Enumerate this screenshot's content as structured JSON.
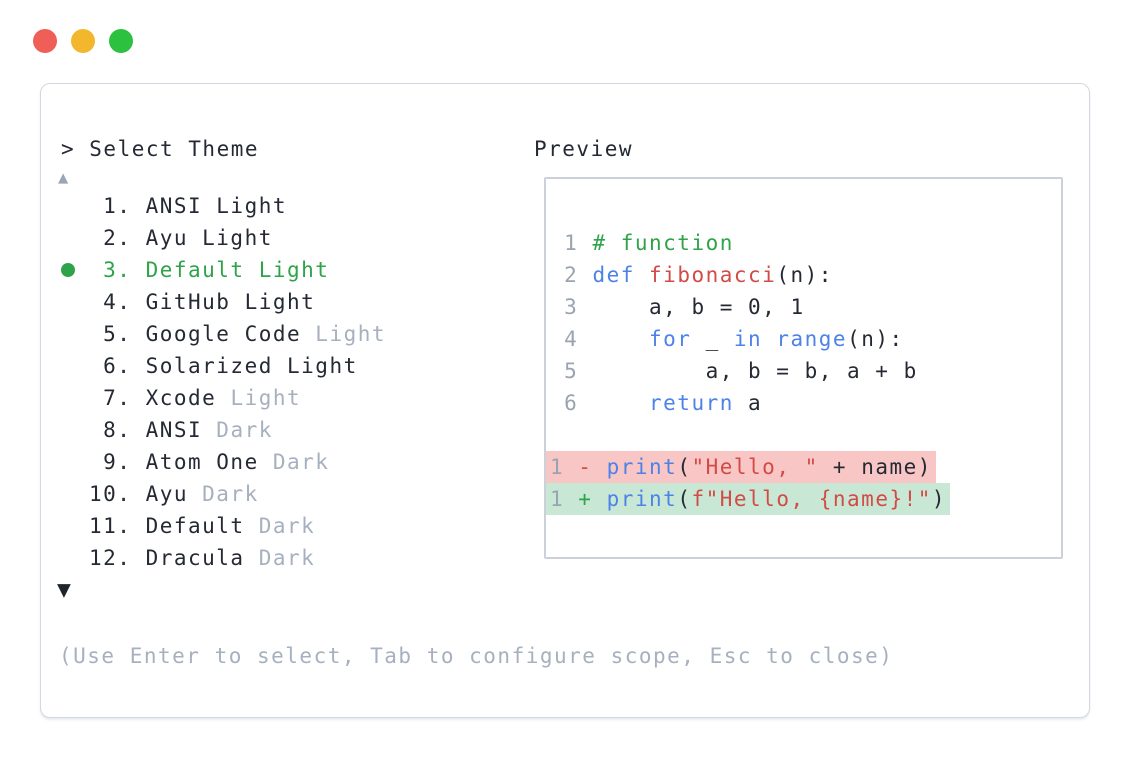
{
  "traffic_lights": [
    {
      "name": "close",
      "color": "#f05f57"
    },
    {
      "name": "minimize",
      "color": "#f3b72e"
    },
    {
      "name": "maximize",
      "color": "#2cc240"
    }
  ],
  "selector": {
    "prompt": "> Select Theme",
    "scroll_up_icon": "▲",
    "scroll_down_icon": "▼",
    "items": [
      {
        "num": " 1. ",
        "name": "ANSI Light",
        "variant": "",
        "selected": false
      },
      {
        "num": " 2. ",
        "name": "Ayu Light",
        "variant": "",
        "selected": false
      },
      {
        "num": " 3. ",
        "name": "Default Light",
        "variant": "",
        "selected": true
      },
      {
        "num": " 4. ",
        "name": "GitHub Light",
        "variant": "",
        "selected": false
      },
      {
        "num": " 5. ",
        "name": "Google Code",
        "variant": " Light",
        "selected": false
      },
      {
        "num": " 6. ",
        "name": "Solarized Light",
        "variant": "",
        "selected": false
      },
      {
        "num": " 7. ",
        "name": "Xcode",
        "variant": " Light",
        "selected": false
      },
      {
        "num": " 8. ",
        "name": "ANSI",
        "variant": " Dark",
        "selected": false
      },
      {
        "num": " 9. ",
        "name": "Atom One",
        "variant": " Dark",
        "selected": false
      },
      {
        "num": "10. ",
        "name": "Ayu",
        "variant": " Dark",
        "selected": false
      },
      {
        "num": "11. ",
        "name": "Default",
        "variant": " Dark",
        "selected": false
      },
      {
        "num": "12. ",
        "name": "Dracula",
        "variant": " Dark",
        "selected": false
      }
    ],
    "hint": "(Use Enter to select, Tab to configure scope, Esc to close)"
  },
  "preview": {
    "title": "Preview",
    "lines": [
      {
        "kind": "code",
        "tokens": [
          {
            "c": "num",
            "t": " 1 "
          },
          {
            "c": "comment",
            "t": "# function"
          }
        ]
      },
      {
        "kind": "code",
        "tokens": [
          {
            "c": "num",
            "t": " 2 "
          },
          {
            "c": "kw",
            "t": "def"
          },
          {
            "c": "plain",
            "t": " "
          },
          {
            "c": "fn",
            "t": "fibonacci"
          },
          {
            "c": "plain",
            "t": "(n):"
          }
        ]
      },
      {
        "kind": "code",
        "tokens": [
          {
            "c": "num",
            "t": " 3 "
          },
          {
            "c": "plain",
            "t": "    a, b = 0, 1"
          }
        ]
      },
      {
        "kind": "code",
        "tokens": [
          {
            "c": "num",
            "t": " 4 "
          },
          {
            "c": "plain",
            "t": "    "
          },
          {
            "c": "kw",
            "t": "for"
          },
          {
            "c": "plain",
            "t": " _ "
          },
          {
            "c": "kw",
            "t": "in"
          },
          {
            "c": "plain",
            "t": " "
          },
          {
            "c": "kw",
            "t": "range"
          },
          {
            "c": "plain",
            "t": "(n):"
          }
        ]
      },
      {
        "kind": "code",
        "tokens": [
          {
            "c": "num",
            "t": " 5 "
          },
          {
            "c": "plain",
            "t": "        a, b = b, a + b"
          }
        ]
      },
      {
        "kind": "code",
        "tokens": [
          {
            "c": "num",
            "t": " 6 "
          },
          {
            "c": "plain",
            "t": "    "
          },
          {
            "c": "kw",
            "t": "return"
          },
          {
            "c": "plain",
            "t": " a"
          }
        ]
      },
      {
        "kind": "blank",
        "tokens": []
      },
      {
        "kind": "del",
        "tokens": [
          {
            "c": "num",
            "t": "1 "
          },
          {
            "c": "del",
            "t": "- "
          },
          {
            "c": "kw",
            "t": "print"
          },
          {
            "c": "plain",
            "t": "("
          },
          {
            "c": "str",
            "t": "\"Hello, \""
          },
          {
            "c": "plain",
            "t": " + name)"
          }
        ]
      },
      {
        "kind": "add",
        "tokens": [
          {
            "c": "num",
            "t": "1 "
          },
          {
            "c": "add",
            "t": "+ "
          },
          {
            "c": "kw",
            "t": "print"
          },
          {
            "c": "plain",
            "t": "("
          },
          {
            "c": "str",
            "t": "f\"Hello, {name}!\""
          },
          {
            "c": "plain",
            "t": ")"
          }
        ]
      }
    ]
  },
  "colors": {
    "text_dark": "#242933",
    "text_gray": "#a7b0bf",
    "accent_green": "#2fa34a",
    "keyword_blue": "#4d82e8",
    "string_red": "#d24b46",
    "line_number_gray": "#9aa4b0",
    "diff_del_bg": "#f8c6c5",
    "diff_add_bg": "#c9e7d5",
    "panel_border": "#d3d8e0",
    "preview_border": "#ccd1d9"
  }
}
